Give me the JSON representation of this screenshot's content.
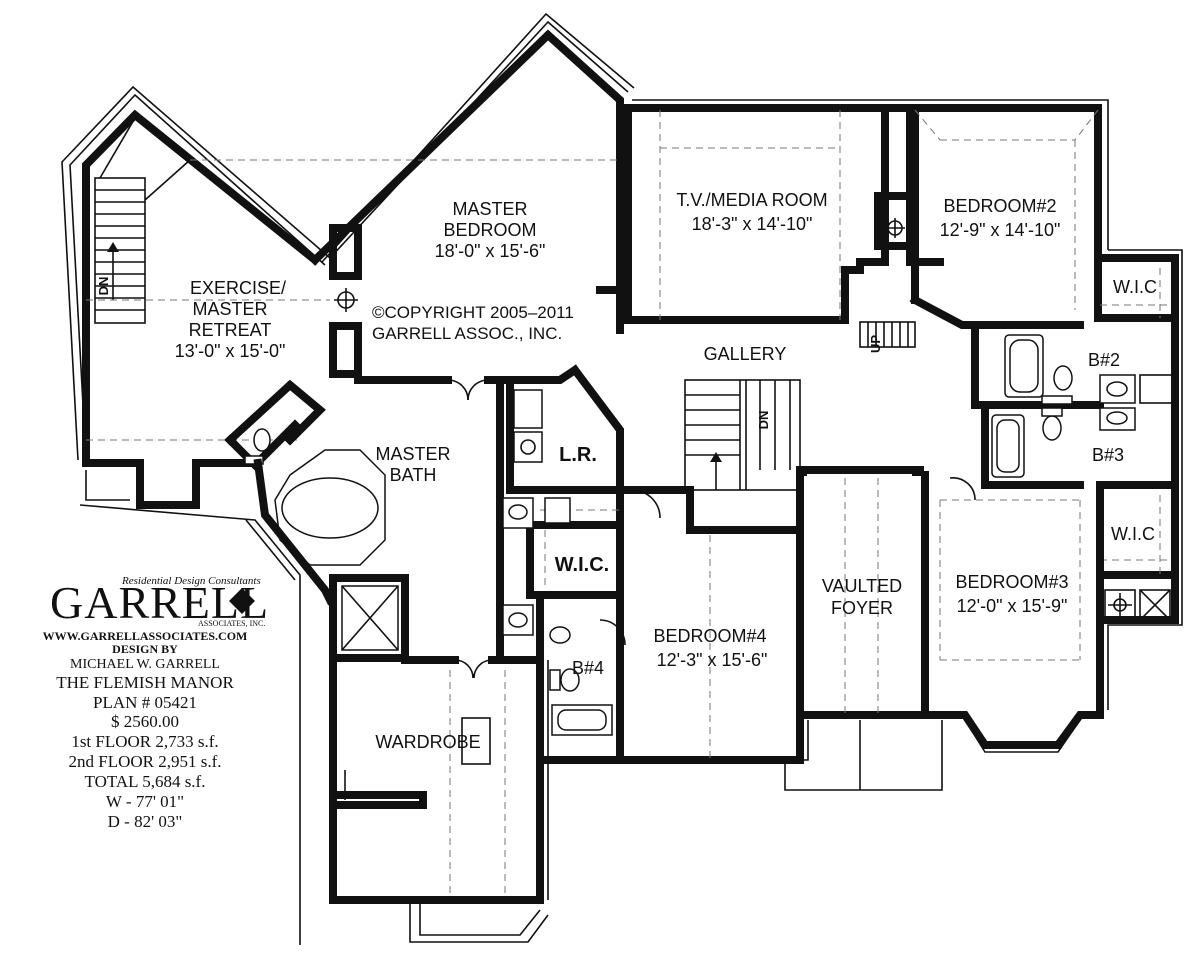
{
  "rooms": {
    "exercise": {
      "line1": "EXERCISE/",
      "line2": "MASTER",
      "line3": "RETREAT",
      "dims": "13'-0\" x 15'-0\""
    },
    "master_bedroom": {
      "line1": "MASTER",
      "line2": "BEDROOM",
      "dims": "18'-0\" x 15'-6\""
    },
    "media_room": {
      "name": "T.V./MEDIA ROOM",
      "dims": "18'-3\" x 14'-10\""
    },
    "bedroom2": {
      "name": "BEDROOM#2",
      "dims": "12'-9\" x 14'-10\""
    },
    "bedroom3": {
      "name": "BEDROOM#3",
      "dims": "12'-0\" x 15'-9\""
    },
    "bedroom4": {
      "name": "BEDROOM#4",
      "dims": "12'-3\" x 15'-6\""
    },
    "gallery": {
      "name": "GALLERY"
    },
    "master_bath": {
      "line1": "MASTER",
      "line2": "BATH"
    },
    "laundry": {
      "name": "L.R."
    },
    "wic_master": {
      "name": "W.I.C."
    },
    "wic_b2": {
      "name": "W.I.C"
    },
    "wic_b3": {
      "name": "W.I.C"
    },
    "bath2": {
      "name": "B#2"
    },
    "bath3": {
      "name": "B#3"
    },
    "bath4": {
      "name": "B#4"
    },
    "vaulted_foyer": {
      "line1": "VAULTED",
      "line2": "FOYER"
    },
    "wardrobe": {
      "name": "WARDROBE"
    }
  },
  "stairs": {
    "left_dn": "DN",
    "center_dn": "DN",
    "attic_up": "UP"
  },
  "copyright": {
    "line1": "©COPYRIGHT 2005–2011",
    "line2": "GARRELL ASSOC., INC."
  },
  "title_block": {
    "tagline": "Residential Design Consultants",
    "logo": "GARRELL",
    "logo_sub": "ASSOCIATES, INC.",
    "website": "WWW.GARRELLASSOCIATES.COM",
    "design_by": "DESIGN BY",
    "designer": "MICHAEL W. GARRELL",
    "plan_name": "THE FLEMISH MANOR",
    "plan_number": "PLAN #  05421",
    "price": "$ 2560.00",
    "floor1": "1st FLOOR  2,733 s.f.",
    "floor2": "2nd FLOOR  2,951 s.f.",
    "total": "TOTAL  5,684 s.f.",
    "width": "W - 77' 01\"",
    "depth": "D - 82' 03\""
  },
  "icons": [
    "diamond-logo-icon",
    "attic-access-icon",
    "arrow-up-icon"
  ]
}
